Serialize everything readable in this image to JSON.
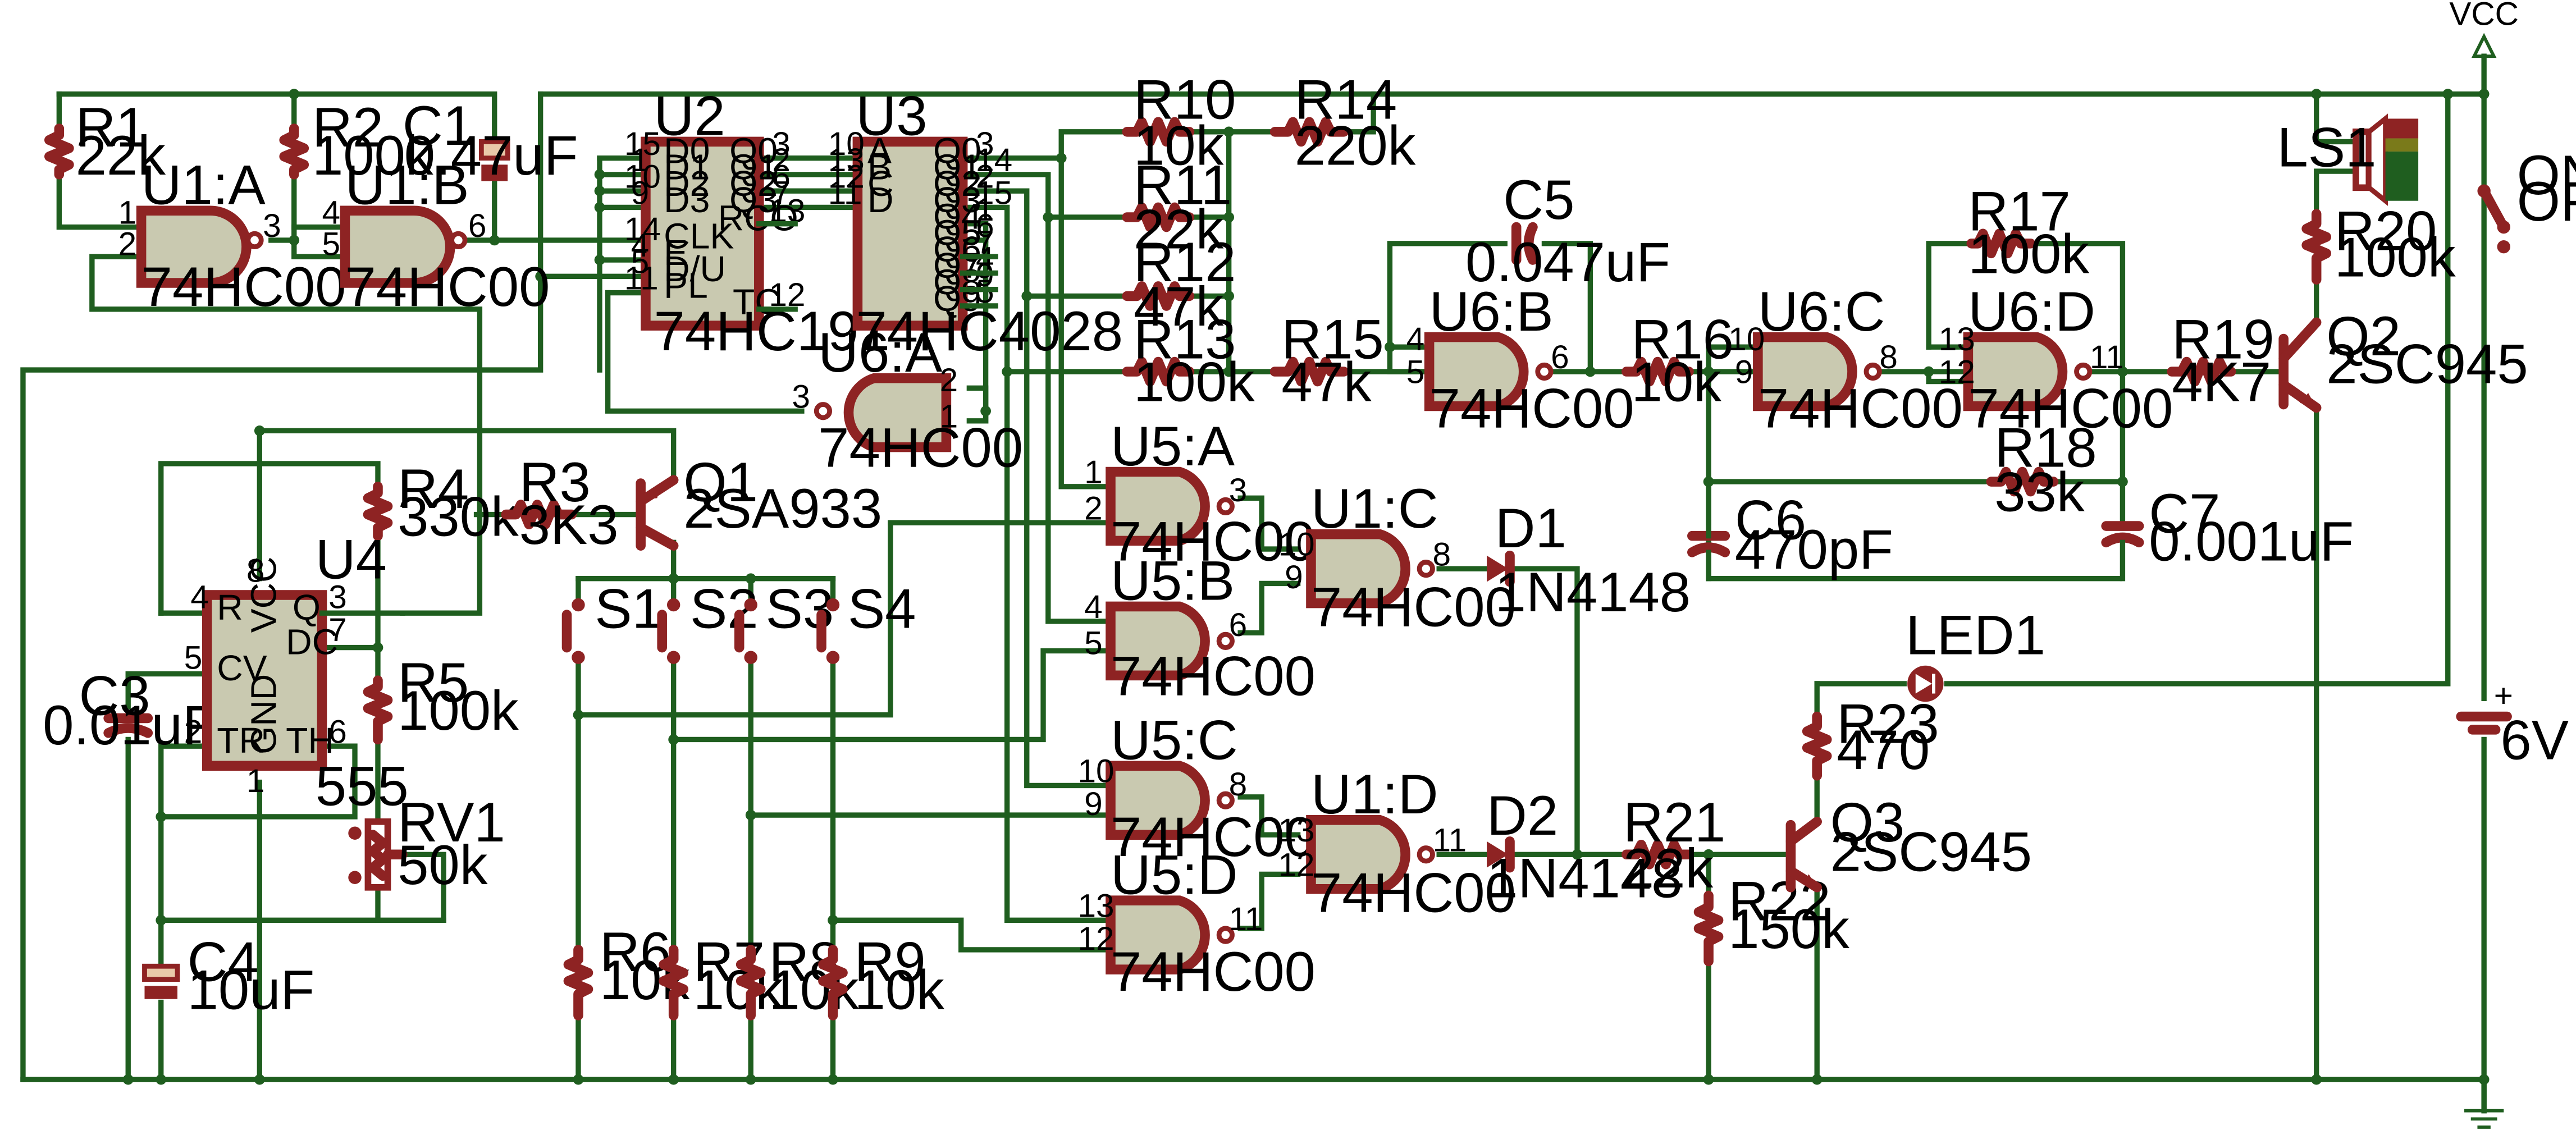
{
  "vcc_label": "VCC",
  "colors": {
    "wire": "#1f5e1f",
    "component": "#8e2323",
    "chip_fill": "#c9c9b0"
  },
  "components": {
    "R1": {
      "ref": "R1",
      "value": "22k"
    },
    "R2": {
      "ref": "R2",
      "value": "100k"
    },
    "C1": {
      "ref": "C1",
      "value": "0.47uF"
    },
    "U1A": {
      "ref": "U1:A",
      "value": "74HC00"
    },
    "U1B": {
      "ref": "U1:B",
      "value": "74HC00"
    },
    "U1C": {
      "ref": "U1:C",
      "value": "74HC00"
    },
    "U1D": {
      "ref": "U1:D",
      "value": "74HC00"
    },
    "U2": {
      "ref": "U2",
      "value": "74HC191",
      "pins": [
        "D0",
        "D1",
        "D2",
        "D3",
        "CLK",
        "E",
        "D/U",
        "PL",
        "Q0",
        "Q1",
        "Q2",
        "Q3",
        "RCO",
        "TC"
      ]
    },
    "U3": {
      "ref": "U3",
      "value": "74HC4028",
      "pins": [
        "A",
        "B",
        "C",
        "D",
        "Q0",
        "Q1",
        "Q2",
        "Q3",
        "Q4",
        "Q5",
        "Q6",
        "Q7",
        "Q8",
        "Q9"
      ]
    },
    "U4": {
      "ref": "U4",
      "value": "555",
      "pins": [
        "R",
        "VCC",
        "Q",
        "DC",
        "CV",
        "TR",
        "GND",
        "TH"
      ]
    },
    "U5A": {
      "ref": "U5:A",
      "value": "74HC00"
    },
    "U5B": {
      "ref": "U5:B",
      "value": "74HC00"
    },
    "U5C": {
      "ref": "U5:C",
      "value": "74HC00"
    },
    "U5D": {
      "ref": "U5:D",
      "value": "74HC00"
    },
    "U6A": {
      "ref": "U6:A",
      "value": "74HC00"
    },
    "U6B": {
      "ref": "U6:B",
      "value": "74HC00"
    },
    "U6C": {
      "ref": "U6:C",
      "value": "74HC00"
    },
    "U6D": {
      "ref": "U6:D",
      "value": "74HC00"
    },
    "R3": {
      "ref": "R3",
      "value": "3K3"
    },
    "R4": {
      "ref": "R4",
      "value": "330k"
    },
    "R5": {
      "ref": "R5",
      "value": "100k"
    },
    "R6": {
      "ref": "R6",
      "value": "10k"
    },
    "R7": {
      "ref": "R7",
      "value": "10k"
    },
    "R8": {
      "ref": "R8",
      "value": "10k"
    },
    "R9": {
      "ref": "R9",
      "value": "10k"
    },
    "R10": {
      "ref": "R10",
      "value": "10k"
    },
    "R11": {
      "ref": "R11",
      "value": "22k"
    },
    "R12": {
      "ref": "R12",
      "value": "47k"
    },
    "R13": {
      "ref": "R13",
      "value": "100k"
    },
    "R14": {
      "ref": "R14",
      "value": "220k"
    },
    "R15": {
      "ref": "R15",
      "value": "47k"
    },
    "R16": {
      "ref": "R16",
      "value": "10k"
    },
    "R17": {
      "ref": "R17",
      "value": "100k"
    },
    "R18": {
      "ref": "R18",
      "value": "33k"
    },
    "R19": {
      "ref": "R19",
      "value": "4K7"
    },
    "R20": {
      "ref": "R20",
      "value": "100k"
    },
    "R21": {
      "ref": "R21",
      "value": "22k"
    },
    "R22": {
      "ref": "R22",
      "value": "150k"
    },
    "R23": {
      "ref": "R23",
      "value": "470"
    },
    "RV1": {
      "ref": "RV1",
      "value": "50k"
    },
    "C3": {
      "ref": "C3",
      "value": "0.01uF"
    },
    "C4": {
      "ref": "C4",
      "value": "10uF"
    },
    "C5": {
      "ref": "C5",
      "value": "0.047uF"
    },
    "C6": {
      "ref": "C6",
      "value": "470pF"
    },
    "C7": {
      "ref": "C7",
      "value": "0.001uF"
    },
    "Q1": {
      "ref": "Q1",
      "value": "2SA933"
    },
    "Q2": {
      "ref": "Q2",
      "value": "2SC945"
    },
    "Q3": {
      "ref": "Q3",
      "value": "2SC945"
    },
    "D1": {
      "ref": "D1",
      "value": "1N4148"
    },
    "D2": {
      "ref": "D2",
      "value": "1N4148"
    },
    "LED1": {
      "ref": "LED1"
    },
    "LS1": {
      "ref": "LS1"
    },
    "S1": {
      "ref": "S1"
    },
    "S2": {
      "ref": "S2"
    },
    "S3": {
      "ref": "S3"
    },
    "S4": {
      "ref": "S4"
    },
    "BAT": {
      "value": "6V"
    },
    "SW": {
      "on": "ON",
      "off": "OFF"
    }
  }
}
